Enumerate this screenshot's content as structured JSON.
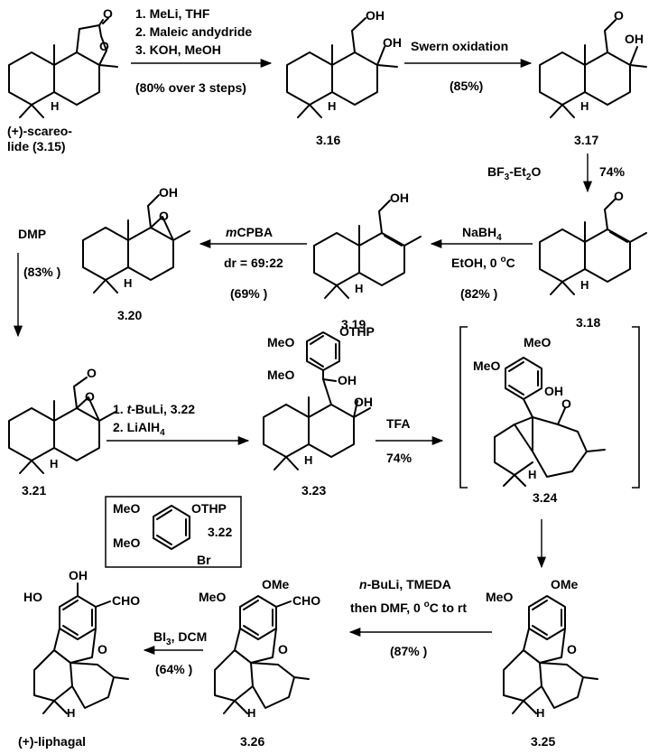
{
  "scheme": {
    "compounds": {
      "c315": {
        "name_line1": "(+)-scareo-",
        "name_line2": "lide (3.15)"
      },
      "c316": "3.16",
      "c317": "3.17",
      "c318": "3.18",
      "c319": "3.19",
      "c320": "3.20",
      "c321": "3.21",
      "c322": "3.22",
      "c323": "3.23",
      "c324": "3.24",
      "c325": "3.25",
      "c326": "3.26",
      "liphagal": "(+)-liphagal"
    },
    "steps": {
      "s1": {
        "line1": "1. MeLi, THF",
        "line2": "2. Maleic andydride",
        "line3": "3. KOH, MeOH",
        "yield": "(80% over 3 steps)"
      },
      "s2": {
        "reagent": "Swern oxidation",
        "yield": "(85%)"
      },
      "s3": {
        "reagent_a": "BF",
        "reagent_a_sub": "3",
        "reagent_b": "-Et",
        "reagent_b_sub": "2",
        "reagent_c": "O",
        "yield": "74%"
      },
      "s4": {
        "reagent_a": "NaBH",
        "reagent_a_sub": "4",
        "conditions": "EtOH, 0 ",
        "conditions_sup": "o",
        "conditions_end": "C",
        "yield": "(82% )"
      },
      "s5": {
        "reagent_italic": "m",
        "reagent": "CPBA",
        "dr": "dr = 69:22",
        "yield": "(69% )"
      },
      "s6": {
        "reagent": "DMP",
        "yield": "(83% )"
      },
      "s7": {
        "line1_prefix": "1. ",
        "line1_italic": "t",
        "line1_rest": "-BuLi, 3.22",
        "line2_a": "2. LiAlH",
        "line2_sub": "4"
      },
      "s8": {
        "reagent": "TFA",
        "yield": "74%"
      },
      "s9": {
        "line1_italic": "n",
        "line1_rest": "-BuLi, TMEDA",
        "line2_a": "then DMF, 0 ",
        "line2_sup": "o",
        "line2_b": "C to rt",
        "yield": "(87% )"
      },
      "s10": {
        "reagent_a": "BI",
        "reagent_a_sub": "3",
        "reagent_b": ", DCM",
        "yield": "(64% )"
      }
    },
    "atoms": {
      "O": "O",
      "OH": "OH",
      "HO": "HO",
      "H": "H",
      "MeO": "MeO",
      "OMe": "OMe",
      "OTHP": "OTHP",
      "Br": "Br",
      "CHO": "CHO"
    }
  }
}
